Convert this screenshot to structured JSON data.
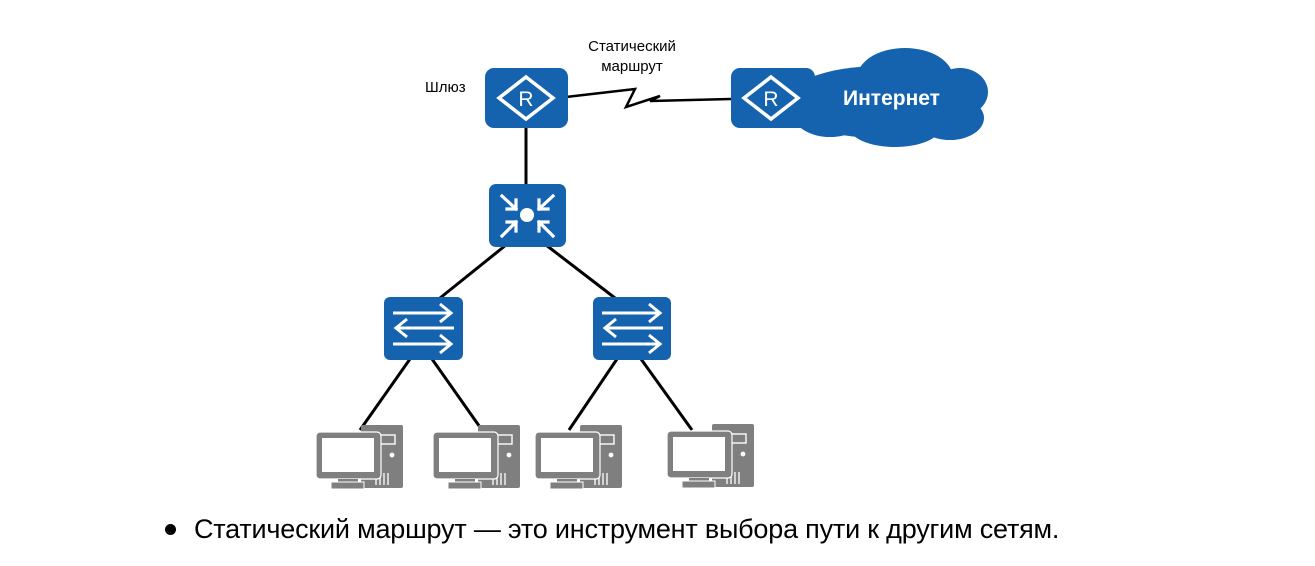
{
  "diagram": {
    "title_labels": {
      "gateway": "Шлюз",
      "static_route_line1": "Статический",
      "static_route_line2": "маршрут",
      "internet": "Интернет"
    },
    "colors": {
      "device_blue": "#1563AE",
      "pc_gray": "#7F7F7F",
      "link_black": "#000000",
      "icon_white": "#FFFFFF"
    },
    "nodes": [
      {
        "id": "gateway-router",
        "type": "router",
        "label": "Шлюз"
      },
      {
        "id": "isp-router",
        "type": "router"
      },
      {
        "id": "internet-cloud",
        "type": "cloud",
        "label": "Интернет"
      },
      {
        "id": "core-switch",
        "type": "l3-switch"
      },
      {
        "id": "access-switch-left",
        "type": "l2-switch"
      },
      {
        "id": "access-switch-right",
        "type": "l2-switch"
      },
      {
        "id": "pc-1",
        "type": "pc"
      },
      {
        "id": "pc-2",
        "type": "pc"
      },
      {
        "id": "pc-3",
        "type": "pc"
      },
      {
        "id": "pc-4",
        "type": "pc"
      }
    ],
    "links": [
      {
        "from": "gateway-router",
        "to": "isp-router",
        "style": "serial",
        "label": "Статический маршрут"
      },
      {
        "from": "gateway-router",
        "to": "core-switch"
      },
      {
        "from": "core-switch",
        "to": "access-switch-left"
      },
      {
        "from": "core-switch",
        "to": "access-switch-right"
      },
      {
        "from": "access-switch-left",
        "to": "pc-1"
      },
      {
        "from": "access-switch-left",
        "to": "pc-2"
      },
      {
        "from": "access-switch-right",
        "to": "pc-3"
      },
      {
        "from": "access-switch-right",
        "to": "pc-4"
      }
    ]
  },
  "caption": {
    "bullet": "Статический маршрут — это инструмент выбора пути к другим сетям."
  }
}
